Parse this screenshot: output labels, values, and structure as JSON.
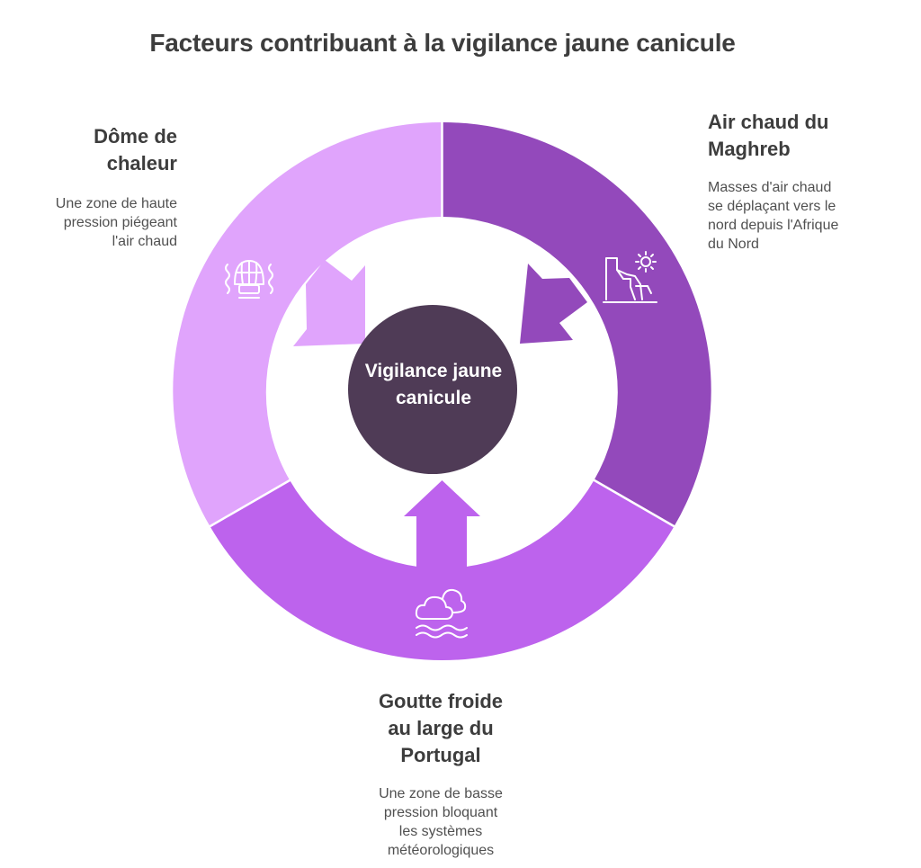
{
  "title": "Facteurs contribuant à la vigilance jaune canicule",
  "center": {
    "label_line1": "Vigilance jaune",
    "label_line2": "canicule",
    "color": "#4f3b56"
  },
  "factors": [
    {
      "id": "dome",
      "title_lines": [
        "Dôme de",
        "chaleur"
      ],
      "desc_lines": [
        "Une zone de haute",
        "pression piégeant",
        "l'air chaud"
      ],
      "color": "#e0a4fc",
      "icon": "hot-air-dome-icon"
    },
    {
      "id": "maghreb",
      "title_lines": [
        "Air chaud du",
        "Maghreb"
      ],
      "desc_lines": [
        "Masses d'air chaud",
        "se déplaçant vers le",
        "nord depuis l'Afrique",
        "du Nord"
      ],
      "color": "#9349bb",
      "icon": "desert-sun-icon"
    },
    {
      "id": "goutte",
      "title_lines": [
        "Goutte froide",
        "au large du",
        "Portugal"
      ],
      "desc_lines": [
        "Une zone de basse",
        "pression bloquant",
        "les systèmes",
        "météorologiques"
      ],
      "color": "#bd63ed",
      "icon": "cloud-waves-icon"
    }
  ]
}
